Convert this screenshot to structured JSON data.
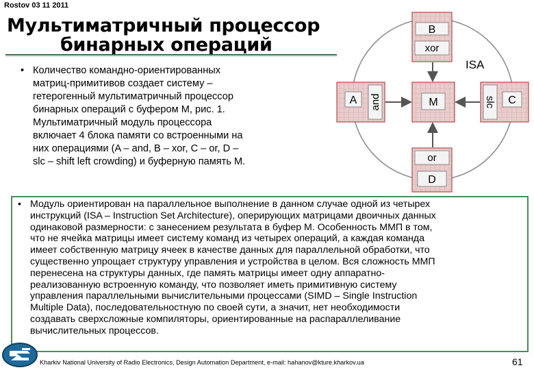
{
  "header": {
    "top_label": "Rostov 03 11 2011",
    "title_line1": "Мультиматричный процессор",
    "title_line2": "бинарных операций"
  },
  "upper_paragraph": {
    "bullet": "•",
    "lines": [
      "Количество командно-ориентированных",
      "матриц-примитивов создает систему –",
      "гетерогенный мультиматричный процессор",
      "бинарных операций с буфером М, рис. 1.",
      "Мультиматричный модуль процессора",
      "включает 4 блока памяти со встроенными на",
      "них операциями (A – and, B – xor, C – or, D –",
      "slc – shift left crowding) и буферную память М."
    ]
  },
  "diagram": {
    "colors": {
      "block_fill": "#e6c8c8",
      "block_border": "#b04a4a",
      "arrow": "#555555",
      "circle": "#888888"
    },
    "block_b": {
      "label": "B",
      "op": "xor"
    },
    "block_a": {
      "label": "A",
      "op": "and"
    },
    "block_c": {
      "label": "C",
      "op": "slc"
    },
    "block_d": {
      "label": "D",
      "op": "or"
    },
    "block_m": {
      "label": "M"
    },
    "isa_label": "ISA"
  },
  "lower_paragraph": {
    "bullet": "•",
    "lines": [
      "Модуль ориентирован на параллельное выполнение в данном случае одной из четырех",
      "инструкций (ISA – Instruction Set Architecture), оперирующих матрицами двоичных данных",
      "одинаковой размерности:  с занесением результата в буфер М. Особенность ММП в том,",
      "что не ячейка матрицы имеет систему команд из четырех операций, а каждая команда",
      "имеет собственную матрицу ячеек в качестве данных для параллельной обработки, что",
      "существенно упрощает структуру управления и устройства в целом. Вся сложность ММП",
      "перенесена на структуры данных, где память матрицы имеет одну аппаратно-",
      "реализованную встроенную команду, что позволяет иметь примитивную систему",
      "управления параллельными вычислительными процессами (SIMD – Single Instruction",
      "Multiple Data), последовательностную по своей сути, а значит, нет необходимости",
      "создавать сверхсложные компиляторы, ориентированные на распараллеливание",
      "вычислительных процессов."
    ]
  },
  "footer": {
    "text": "Kharkiv National University of Radio Electronics, Design Automation Department, e-mail: hahanov@kture.kharkov.ua",
    "page_number": "61"
  }
}
